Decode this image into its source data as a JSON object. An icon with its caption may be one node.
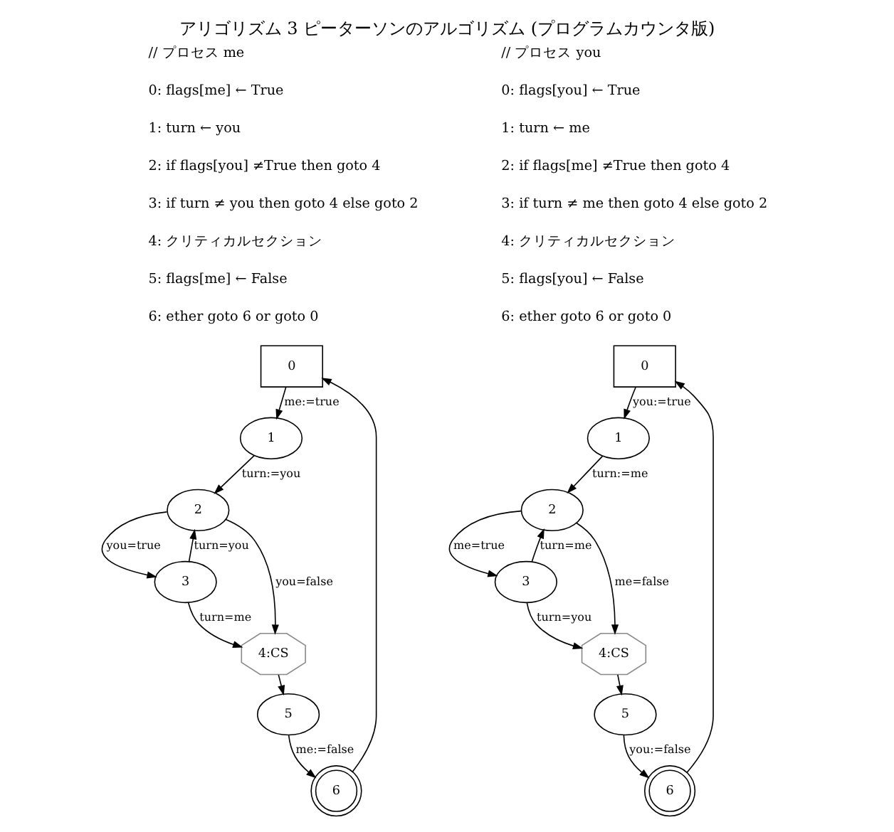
{
  "diagram": {
    "title": "アリゴリズム 3 ピーターソンのアルゴリズム (プログラムカウンタ版)",
    "nodes": [
      {
        "text": [
          "0"
        ]
      },
      {
        "text": [
          "1"
        ]
      },
      {
        "text": [
          "2"
        ]
      },
      {
        "text": [
          "3"
        ]
      },
      {
        "text": [
          "4:CS"
        ]
      },
      {
        "text": [
          "5"
        ]
      },
      {
        "text": [
          "6"
        ]
      },
      {
        "text": [
          "0"
        ]
      },
      {
        "text": [
          "1"
        ]
      },
      {
        "text": [
          "2"
        ]
      },
      {
        "text": [
          "3"
        ]
      },
      {
        "text": [
          "4:CS"
        ]
      },
      {
        "text": [
          "5"
        ]
      },
      {
        "text": [
          "6"
        ]
      }
    ],
    "edges": [
      {
        "from": 0,
        "to": 1,
        "arrow": "to",
        "label": "me:=true"
      },
      {
        "from": 1,
        "to": 2,
        "arrow": "to",
        "label": "turn:=you"
      },
      {
        "from": 2,
        "to": 3,
        "arrow": "to",
        "label": "you=true"
      },
      {
        "from": 3,
        "to": 2,
        "arrow": "to",
        "label": "turn=you"
      },
      {
        "from": 2,
        "to": 4,
        "arrow": "to",
        "label": "you=false"
      },
      {
        "from": 3,
        "to": 4,
        "arrow": "to",
        "label": "turn=me"
      },
      {
        "from": 4,
        "to": 5,
        "arrow": "to"
      },
      {
        "from": 5,
        "to": 6,
        "arrow": "to",
        "label": "me:=false"
      },
      {
        "from": 6,
        "to": 0,
        "arrow": "to"
      },
      {
        "from": 7,
        "to": 8,
        "arrow": "to",
        "label": "you:=true"
      },
      {
        "from": 8,
        "to": 9,
        "arrow": "to",
        "label": "turn:=me"
      },
      {
        "from": 9,
        "to": 10,
        "arrow": "to",
        "label": "me=true"
      },
      {
        "from": 10,
        "to": 9,
        "arrow": "to",
        "label": "turn=me"
      },
      {
        "from": 9,
        "to": 11,
        "arrow": "to",
        "label": "me=false"
      },
      {
        "from": 10,
        "to": 11,
        "arrow": "to",
        "label": "turn=you"
      },
      {
        "from": 11,
        "to": 12,
        "arrow": "to"
      },
      {
        "from": 12,
        "to": 13,
        "arrow": "to",
        "label": "you:=false"
      },
      {
        "from": 13,
        "to": 7,
        "arrow": "to"
      }
    ],
    "labels": [
      "// プロセス me",
      "// プロセス you",
      "0: flags[me] ← True",
      "0: flags[you] ← True",
      "1: turn ← you",
      "1: turn ← me",
      "2: if flags[you] ≠True then goto 4",
      "2: if flags[me] ≠True then goto 4",
      "3: if turn ≠ you then goto 4 else goto 2",
      "3: if turn ≠ me then goto 4 else goto 2",
      "4: クリティカルセクション",
      "4: クリティカルセクション",
      "5: flags[me] ← False",
      "5: flags[you] ← False",
      "6: ether goto 6 or goto 0",
      "6: ether goto 6 or goto 0"
    ]
  }
}
